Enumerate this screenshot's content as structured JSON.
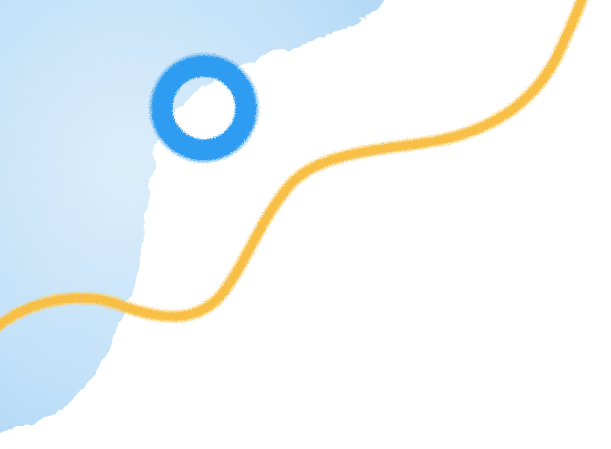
{
  "colors": {
    "background": "#ffffff",
    "blob_light": "#d6ebfb",
    "blob_mid": "#b7dbf7",
    "blob_edge": "#a4d1f4",
    "ring": "#2f9cf0",
    "ring_shadow": "#1f8fe9",
    "wave": "#f7bf45",
    "wave_light": "#fbd37a"
  },
  "decorations": {
    "blob": {
      "name": "watercolor-blob",
      "shape": "blob",
      "style": "watercolor"
    },
    "ring": {
      "name": "ring-icon",
      "shape": "ring",
      "style": "watercolor"
    },
    "wave": {
      "name": "wavy-line",
      "shape": "line",
      "style": "watercolor"
    }
  }
}
